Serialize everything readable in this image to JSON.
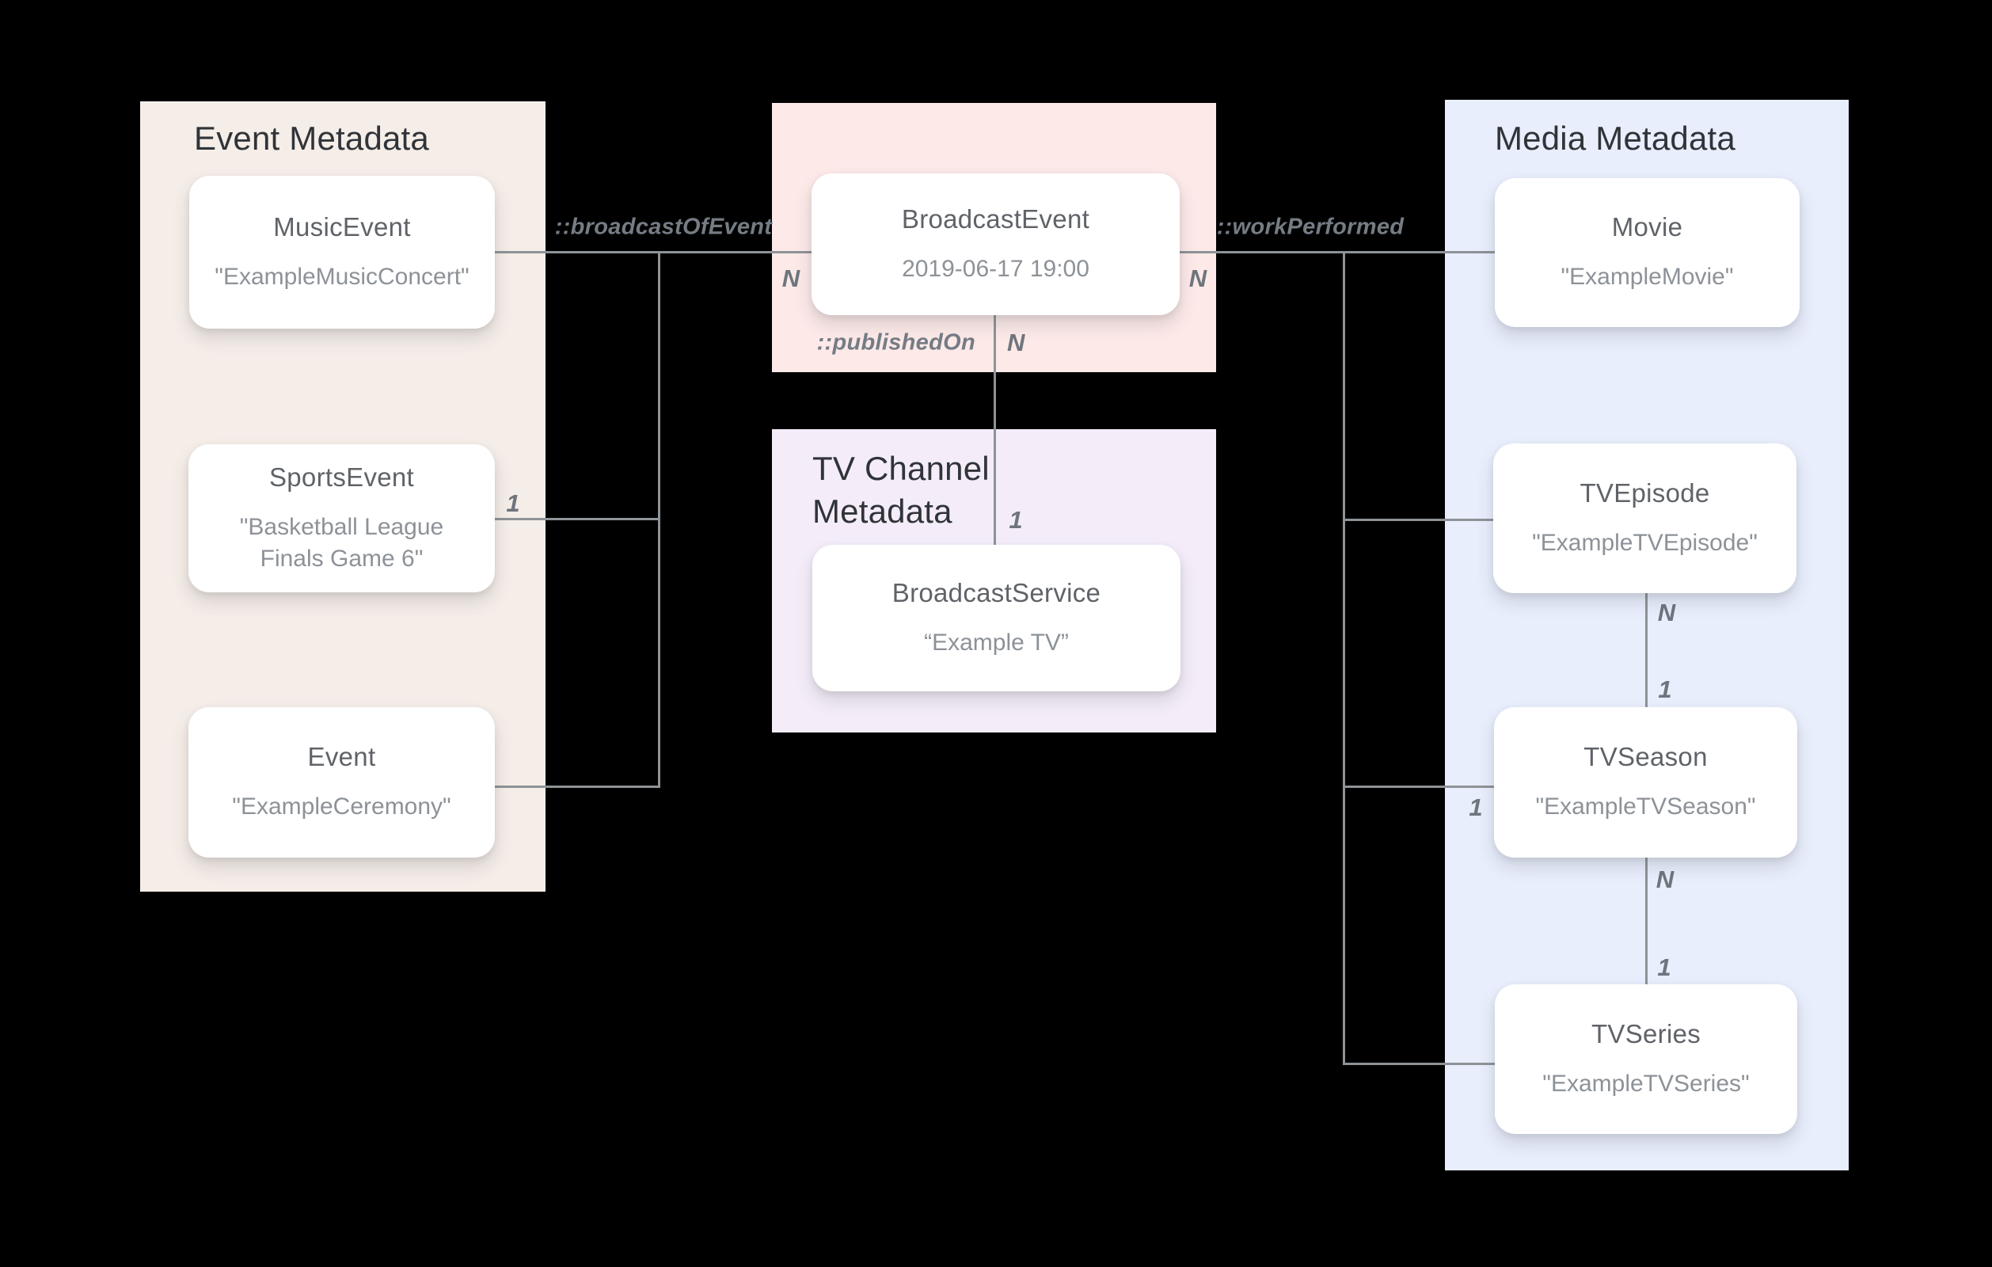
{
  "diagram": {
    "background": "#000000",
    "line_color": "#8e9397",
    "panels": {
      "event": {
        "title": "Event Metadata",
        "color": "#f5ede8"
      },
      "broadcast": {
        "color": "#fce9e8"
      },
      "channel": {
        "title": "TV Channel\nMetadata",
        "color": "#f4edf9"
      },
      "media": {
        "title": "Media Metadata",
        "color": "#e8eefc"
      }
    },
    "cards": {
      "musicEvent": {
        "title": "MusicEvent",
        "value": "\"ExampleMusicConcert\""
      },
      "sportsEvent": {
        "title": "SportsEvent",
        "value": "\"Basketball League Finals Game 6\""
      },
      "event": {
        "title": "Event",
        "value": "\"ExampleCeremony\""
      },
      "broadcastEvent": {
        "title": "BroadcastEvent",
        "value": "2019-06-17 19:00"
      },
      "broadcastService": {
        "title": "BroadcastService",
        "value": "“Example TV”"
      },
      "movie": {
        "title": "Movie",
        "value": "\"ExampleMovie\""
      },
      "tvEpisode": {
        "title": "TVEpisode",
        "value": "\"ExampleTVEpisode\""
      },
      "tvSeason": {
        "title": "TVSeason",
        "value": "\"ExampleTVSeason\""
      },
      "tvSeries": {
        "title": "TVSeries",
        "value": "\"ExampleTVSeries\""
      }
    },
    "relations": {
      "broadcastOfEvent": "::broadcastOfEvent",
      "workPerformed": "::workPerformed",
      "publishedOn": "::publishedOn"
    },
    "cardinalities": {
      "broadcastOfEvent_n": "N",
      "workPerformed_n": "N",
      "publishedOn_n": "N",
      "publishedOn_1": "1",
      "sportsEvent_1": "1",
      "tvSeason_1": "1",
      "episodeSeason_n": "N",
      "episodeSeason_1": "1",
      "seasonSeries_n": "N",
      "seasonSeries_1": "1"
    }
  }
}
